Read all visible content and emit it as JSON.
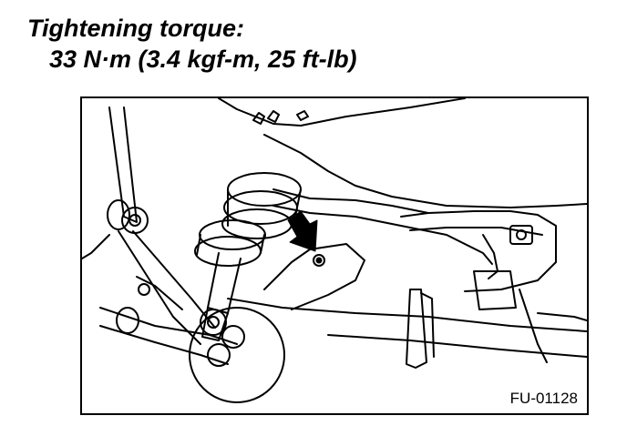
{
  "caption": {
    "title": "Tightening torque:",
    "value": "33 N·m (3.4 kgf-m, 25 ft-lb)"
  },
  "figure": {
    "code": "FU-01128",
    "line_color": "#000000",
    "arrow_icon": "bold-arrow-icon"
  }
}
